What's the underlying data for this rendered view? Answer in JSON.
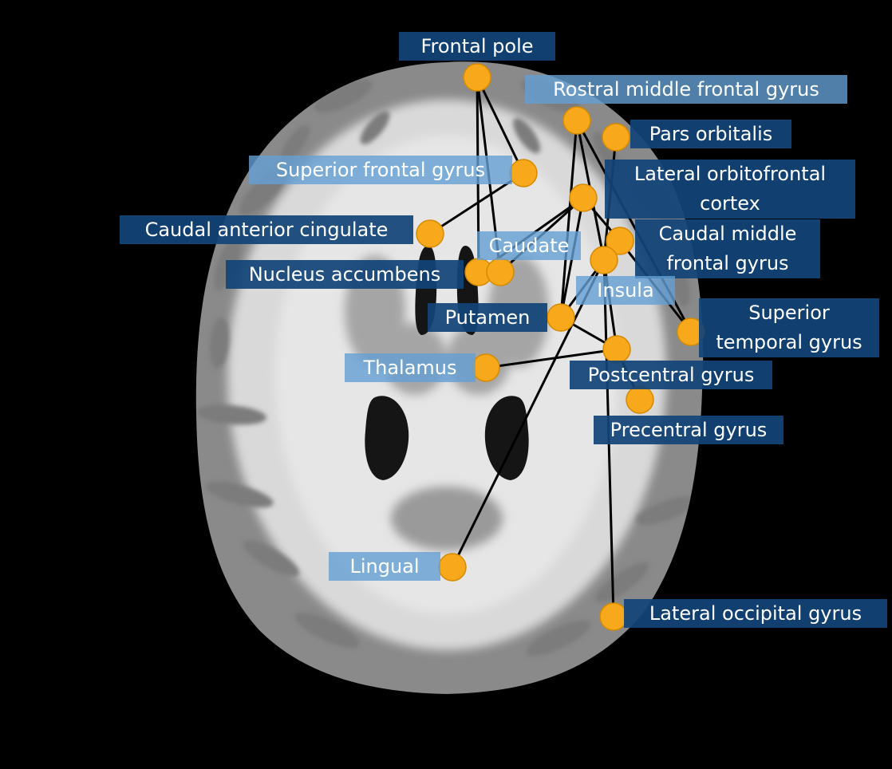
{
  "labels": {
    "frontal_pole": "Frontal pole",
    "rostral_middle_frontal": "Rostral middle frontal gyrus",
    "pars_orbitalis": "Pars orbitalis",
    "superior_frontal": "Superior frontal gyrus",
    "lateral_orbitofrontal_1": "Lateral orbitofrontal",
    "lateral_orbitofrontal_2": "cortex",
    "caudal_anterior_cingulate": "Caudal anterior cingulate",
    "caudate": "Caudate",
    "caudal_middle_frontal_1": "Caudal middle",
    "caudal_middle_frontal_2": "frontal gyrus",
    "nucleus_accumbens": "Nucleus accumbens",
    "insula": "Insula",
    "putamen": "Putamen",
    "superior_temporal_1": "Superior",
    "superior_temporal_2": "temporal gyrus",
    "thalamus": "Thalamus",
    "postcentral": "Postcentral gyrus",
    "precentral": "Precentral gyrus",
    "lingual": "Lingual",
    "lateral_occipital": "Lateral occipital gyrus"
  },
  "colors": {
    "node_fill": "#f7a81b",
    "node_stroke": "#d68a00",
    "edge": "#000000",
    "label_dark": "#124478",
    "label_light": "#64a0d4"
  }
}
